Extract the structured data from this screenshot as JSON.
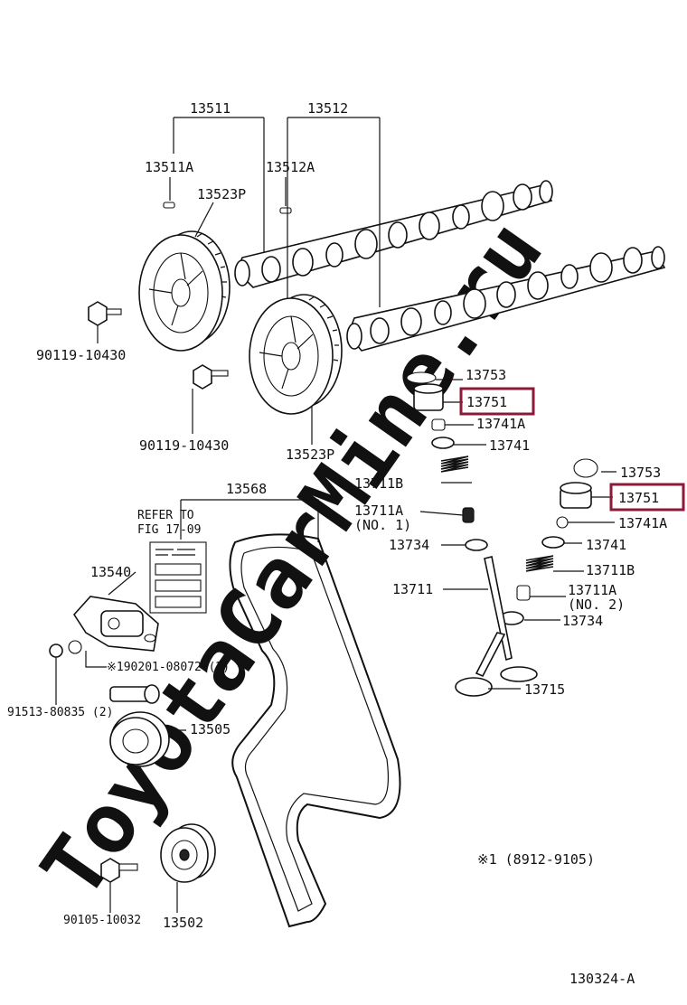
{
  "watermark": "ToyotaCarMine.ru",
  "highlight_color": "#8b1a3a",
  "figure_code": "130324-A",
  "note": "※1 (8912-9105)",
  "callouts": {
    "c13511": "13511",
    "c13512": "13512",
    "c13511A": "13511A",
    "c13512A": "13512A",
    "c13523P_top": "13523P",
    "c13523P_bottom": "13523P",
    "c90119_upper": "90119-10430",
    "c90119_lower": "90119-10430",
    "c13753_upper": "13753",
    "c13751_upper": "13751",
    "c13741A_upper": "13741A",
    "c13741_upper": "13741",
    "c13711B_upper": "13711B",
    "c13711A_upper": "13711A",
    "c13711A_upper_sub": "(NO. 1)",
    "c13734_upper": "13734",
    "c13711": "13711",
    "c13753_lower": "13753",
    "c13751_lower": "13751",
    "c13741A_lower": "13741A",
    "c13741_lower": "13741",
    "c13711B_lower": "13711B",
    "c13711A_lower": "13711A",
    "c13711A_lower_sub": "(NO. 2)",
    "c13734_lower": "13734",
    "c13715": "13715",
    "c13568": "13568",
    "refer_line1": "REFER TO",
    "refer_line2": "FIG 17-09",
    "c13540": "13540",
    "c190201": "※190201-08072 (2)",
    "c91513": "91513-80835 (2)",
    "c13505": "13505",
    "c90105": "90105-10032",
    "c13502": "13502"
  }
}
